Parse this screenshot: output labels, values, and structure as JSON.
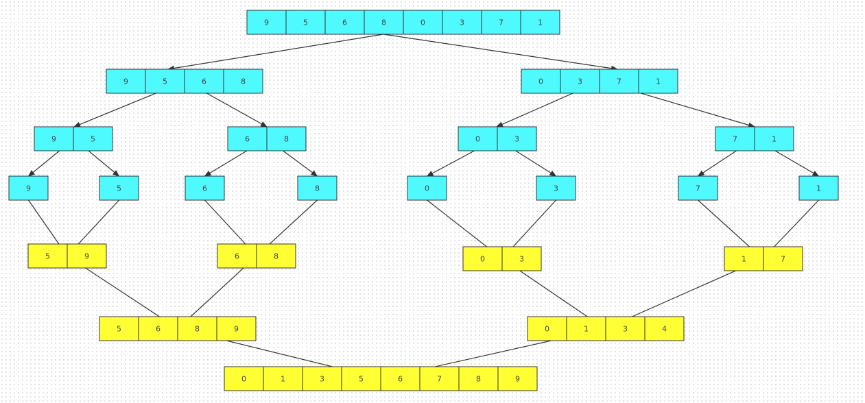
{
  "colors": {
    "split": "#4ffaff",
    "merge": "#ffff33",
    "border": "#333333",
    "arrow": "#333333",
    "text": "#444444"
  },
  "arrays": [
    {
      "id": "r0",
      "kind": "split",
      "values": [
        "9",
        "5",
        "6",
        "8",
        "0",
        "3",
        "7",
        "1"
      ]
    },
    {
      "id": "l1a",
      "kind": "split",
      "values": [
        "9",
        "5",
        "6",
        "8"
      ]
    },
    {
      "id": "l1b",
      "kind": "split",
      "values": [
        "0",
        "3",
        "7",
        "1"
      ]
    },
    {
      "id": "l2a",
      "kind": "split",
      "values": [
        "9",
        "5"
      ]
    },
    {
      "id": "l2b",
      "kind": "split",
      "values": [
        "6",
        "8"
      ]
    },
    {
      "id": "l2c",
      "kind": "split",
      "values": [
        "0",
        "3"
      ]
    },
    {
      "id": "l2d",
      "kind": "split",
      "values": [
        "7",
        "1"
      ]
    },
    {
      "id": "s9",
      "kind": "split",
      "values": [
        "9"
      ]
    },
    {
      "id": "s5",
      "kind": "split",
      "values": [
        "5"
      ]
    },
    {
      "id": "s6",
      "kind": "split",
      "values": [
        "6"
      ]
    },
    {
      "id": "s8",
      "kind": "split",
      "values": [
        "8"
      ]
    },
    {
      "id": "s0",
      "kind": "split",
      "values": [
        "0"
      ]
    },
    {
      "id": "s3",
      "kind": "split",
      "values": [
        "3"
      ]
    },
    {
      "id": "s7",
      "kind": "split",
      "values": [
        "7"
      ]
    },
    {
      "id": "s1",
      "kind": "split",
      "values": [
        "1"
      ]
    },
    {
      "id": "m2a",
      "kind": "merge",
      "values": [
        "5",
        "9"
      ]
    },
    {
      "id": "m2b",
      "kind": "merge",
      "values": [
        "6",
        "8"
      ]
    },
    {
      "id": "m2c",
      "kind": "merge",
      "values": [
        "0",
        "3"
      ]
    },
    {
      "id": "m2d",
      "kind": "merge",
      "values": [
        "1",
        "7"
      ]
    },
    {
      "id": "m1a",
      "kind": "merge",
      "values": [
        "5",
        "6",
        "8",
        "9"
      ]
    },
    {
      "id": "m1b",
      "kind": "merge",
      "values": [
        "0",
        "1",
        "3",
        "4"
      ]
    },
    {
      "id": "m0",
      "kind": "merge",
      "values": [
        "0",
        "1",
        "3",
        "5",
        "6",
        "7",
        "8",
        "9"
      ]
    }
  ],
  "edges": [
    [
      "r0",
      "l1a"
    ],
    [
      "r0",
      "l1b"
    ],
    [
      "l1a",
      "l2a"
    ],
    [
      "l1a",
      "l2b"
    ],
    [
      "l1b",
      "l2c"
    ],
    [
      "l1b",
      "l2d"
    ],
    [
      "l2a",
      "s9"
    ],
    [
      "l2a",
      "s5"
    ],
    [
      "l2b",
      "s6"
    ],
    [
      "l2b",
      "s8"
    ],
    [
      "l2c",
      "s0"
    ],
    [
      "l2c",
      "s3"
    ],
    [
      "l2d",
      "s7"
    ],
    [
      "l2d",
      "s1"
    ],
    [
      "s9",
      "m2a"
    ],
    [
      "s5",
      "m2a"
    ],
    [
      "s6",
      "m2b"
    ],
    [
      "s8",
      "m2b"
    ],
    [
      "s0",
      "m2c"
    ],
    [
      "s3",
      "m2c"
    ],
    [
      "s7",
      "m2d"
    ],
    [
      "s1",
      "m2d"
    ],
    [
      "m2a",
      "m1a"
    ],
    [
      "m2b",
      "m1a"
    ],
    [
      "m2c",
      "m1b"
    ],
    [
      "m2d",
      "m1b"
    ],
    [
      "m1a",
      "m0"
    ],
    [
      "m1b",
      "m0"
    ]
  ]
}
